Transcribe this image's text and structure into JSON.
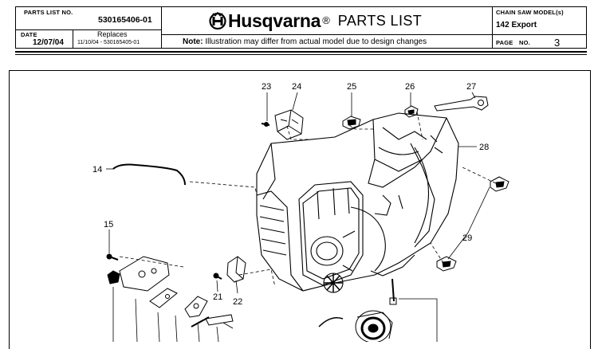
{
  "header": {
    "parts_list_no_label": "PARTS LIST NO.",
    "parts_list_no": "530165406-01",
    "date_label": "DATE",
    "date": "12/07/04",
    "replaces_label": "Replaces",
    "replaces": "11/10/04 - 530165405-01",
    "brand": "Husqvarna",
    "reg_mark": "®",
    "doc_title": "PARTS LIST",
    "note_label": "Note:",
    "note_text": "Illustration may differ from actual model due to design changes",
    "model_label": "CHAIN SAW MODEL(s)",
    "model": "142 Export",
    "page_label": "PAGE",
    "no_label": "NO.",
    "page": "3"
  },
  "callouts": [
    "23",
    "24",
    "25",
    "26",
    "27",
    "28",
    "14",
    "15",
    "29",
    "21",
    "22"
  ],
  "colors": {
    "ink": "#000000",
    "paper": "#ffffff"
  }
}
